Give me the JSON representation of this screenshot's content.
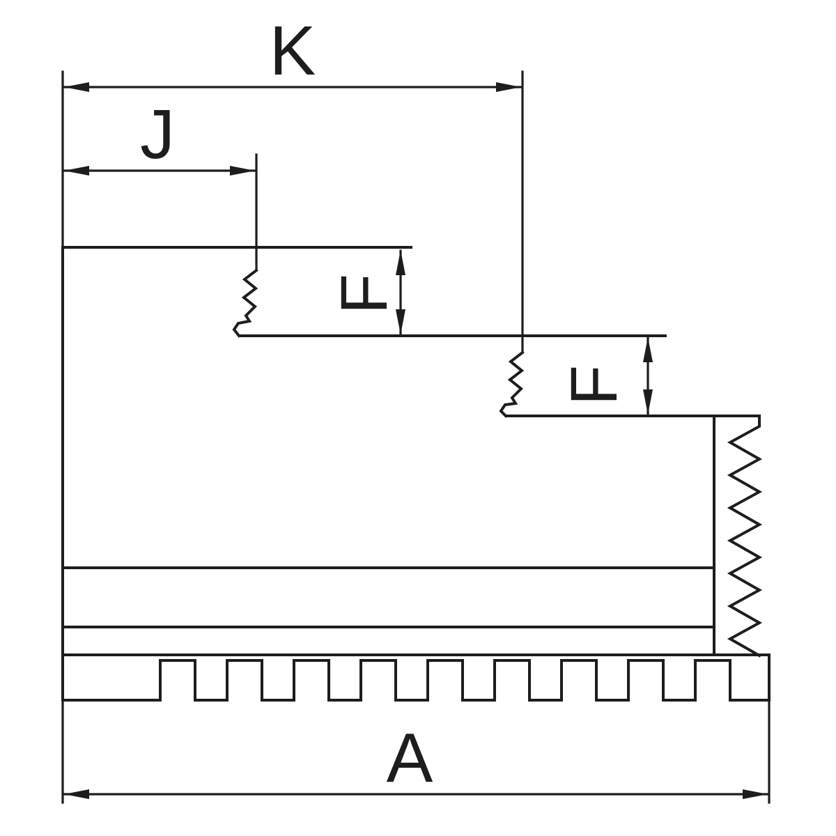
{
  "drawing": {
    "subject": "lathe-chuck-jaw-cross-section-dimension-drawing",
    "background_color": "#ffffff",
    "line_color": "#1d1d1d",
    "labels": {
      "k": "K",
      "j": "J",
      "f_upper": "F",
      "f_lower": "F",
      "a": "A"
    }
  }
}
